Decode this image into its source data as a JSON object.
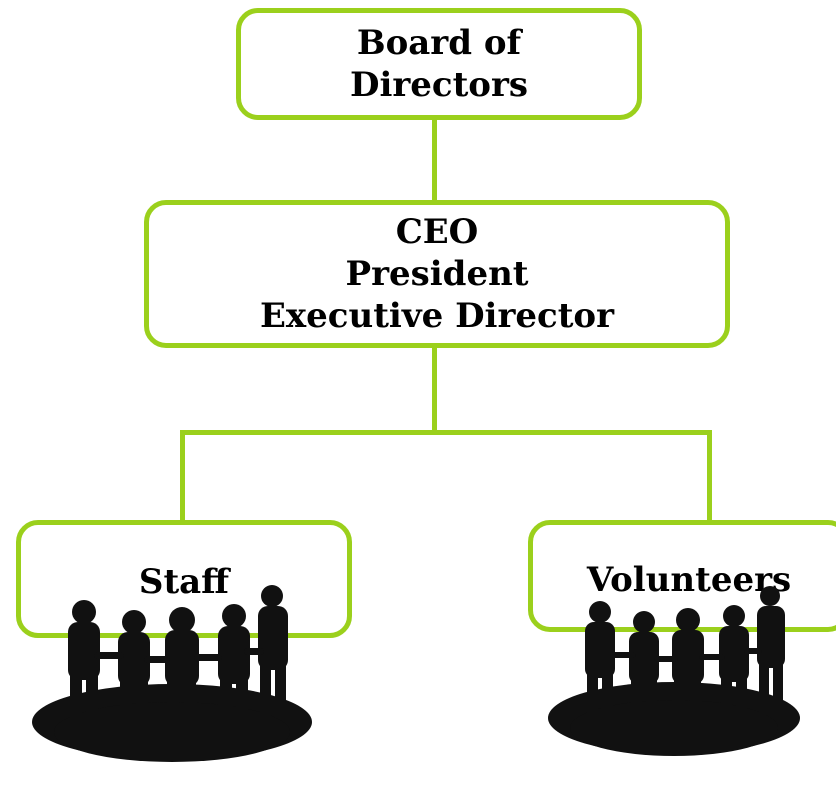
{
  "colors": {
    "box_border": "#9bd01c",
    "connector": "#9bd01c",
    "text": "#000000",
    "silhouette": "#111111"
  },
  "board": {
    "lines": [
      "Board of",
      "Directors"
    ]
  },
  "ceo": {
    "lines": [
      "CEO",
      "President",
      "Executive Director"
    ]
  },
  "staff": {
    "label": "Staff"
  },
  "volunteers": {
    "label": "Volunteers"
  },
  "icons": [
    "people-group-icon",
    "people-group-icon"
  ]
}
